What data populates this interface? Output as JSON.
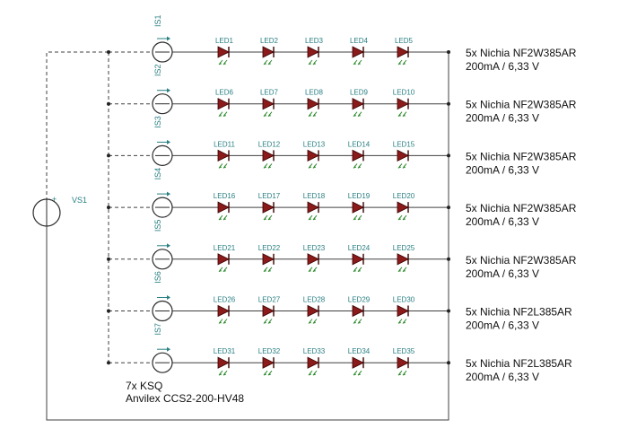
{
  "voltage_source": {
    "label": "VS1",
    "plus": "+"
  },
  "rows": [
    {
      "source": "IS1",
      "source_below": "IS2",
      "leds": [
        "LED1",
        "LED2",
        "LED3",
        "LED4",
        "LED5"
      ],
      "note_line1": "5x Nichia NF2W385AR",
      "note_line2": "200mA / 6,33 V"
    },
    {
      "source": "",
      "source_below": "IS3",
      "leds": [
        "LED6",
        "LED7",
        "LED8",
        "LED9",
        "LED10"
      ],
      "note_line1": "5x Nichia NF2W385AR",
      "note_line2": "200mA / 6,33 V"
    },
    {
      "source": "",
      "source_below": "IS4",
      "leds": [
        "LED11",
        "LED12",
        "LED13",
        "LED14",
        "LED15"
      ],
      "note_line1": "5x Nichia NF2W385AR",
      "note_line2": "200mA / 6,33 V"
    },
    {
      "source": "",
      "source_below": "IS5",
      "leds": [
        "LED16",
        "LED17",
        "LED18",
        "LED19",
        "LED20"
      ],
      "note_line1": "5x Nichia NF2W385AR",
      "note_line2": "200mA / 6,33 V"
    },
    {
      "source": "",
      "source_below": "IS6",
      "leds": [
        "LED21",
        "LED22",
        "LED23",
        "LED24",
        "LED25"
      ],
      "note_line1": "5x Nichia NF2W385AR",
      "note_line2": "200mA / 6,33 V"
    },
    {
      "source": "",
      "source_below": "IS7",
      "leds": [
        "LED26",
        "LED27",
        "LED28",
        "LED29",
        "LED30"
      ],
      "note_line1": "5x Nichia NF2L385AR",
      "note_line2": "200mA / 6,33 V"
    },
    {
      "source": "",
      "source_below": "",
      "leds": [
        "LED31",
        "LED32",
        "LED33",
        "LED34",
        "LED35"
      ],
      "note_line1": "5x Nichia NF2L385AR",
      "note_line2": "200mA / 6,33 V"
    }
  ],
  "footer": {
    "line1": "7x KSQ",
    "line2": "Anvilex CCS2-200-HV48"
  },
  "colors": {
    "wire": "#404040",
    "led_fill": "#8b1a1a",
    "led_stroke": "#3a0000",
    "ray": "#2e8b2e",
    "label": "#2a7f83",
    "dot": "#222222"
  }
}
